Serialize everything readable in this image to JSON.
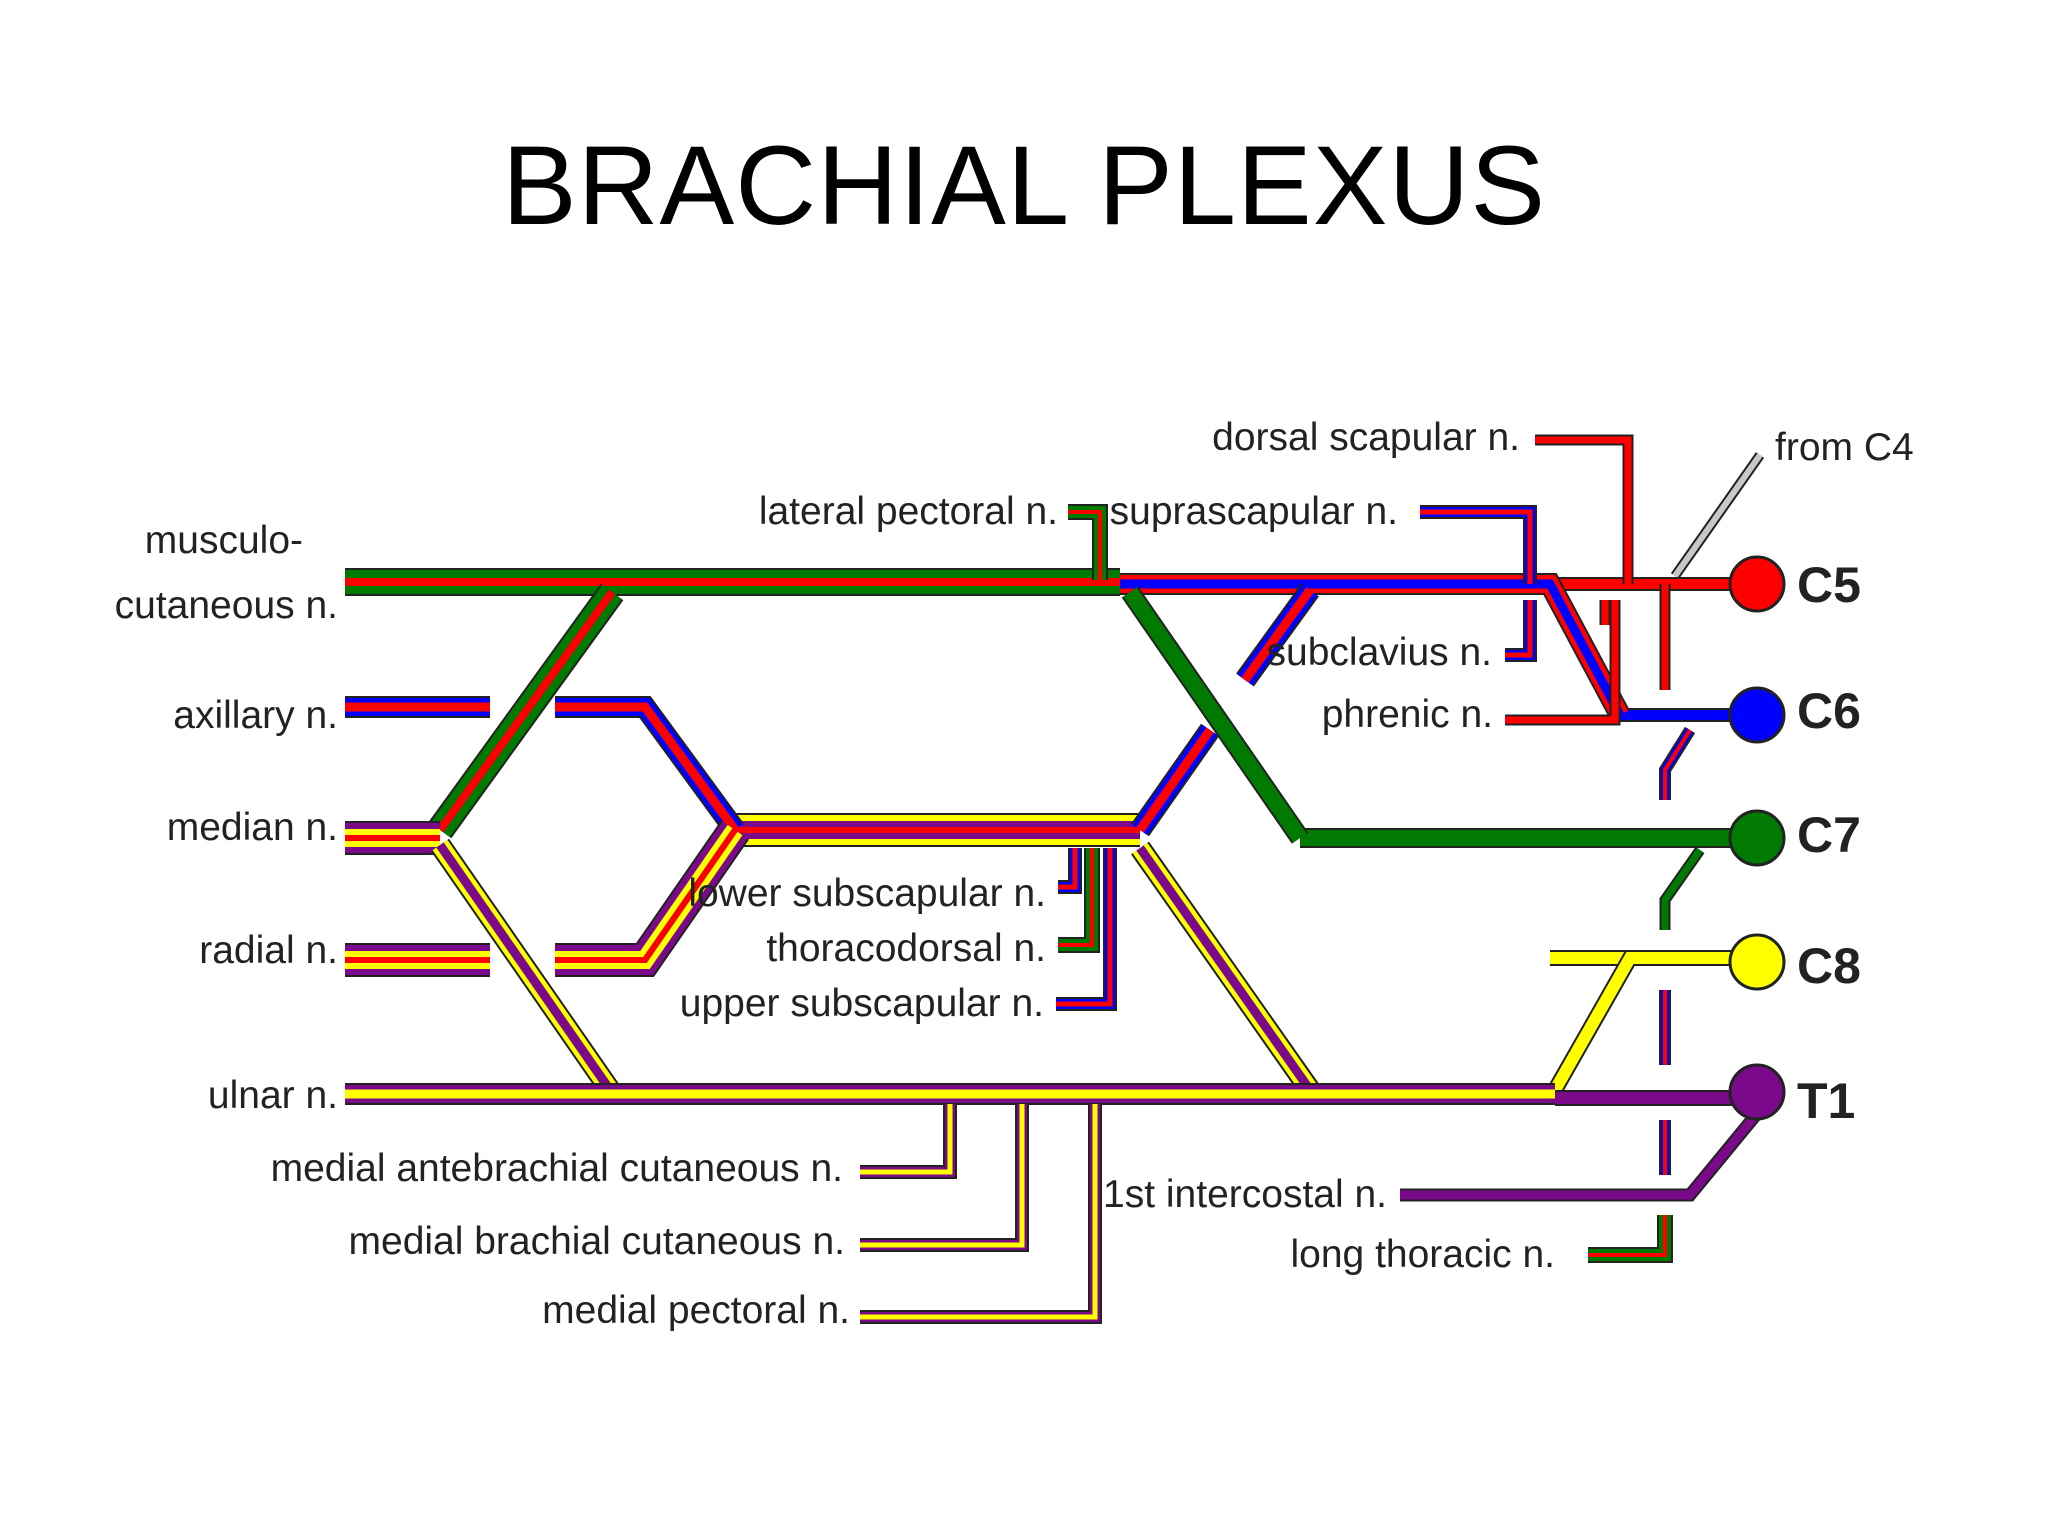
{
  "title": "BRACHIAL PLEXUS",
  "colors": {
    "C5": "#ff0000",
    "C6": "#0000ff",
    "C7": "#007a00",
    "C8": "#ffff00",
    "T1": "#7b0a8a",
    "C4": "#c8c8c8",
    "outline": "#222222"
  },
  "roots": [
    {
      "id": "C5",
      "label": "C5"
    },
    {
      "id": "C6",
      "label": "C6"
    },
    {
      "id": "C7",
      "label": "C7"
    },
    {
      "id": "C8",
      "label": "C8"
    },
    {
      "id": "T1",
      "label": "T1"
    }
  ],
  "terminal_nerves": {
    "musculocutaneous_line1": "musculo-",
    "musculocutaneous_line2": "cutaneous n.",
    "axillary": "axillary n.",
    "median": "median n.",
    "radial": "radial n.",
    "ulnar": "ulnar n."
  },
  "branch_nerves": {
    "dorsal_scapular": "dorsal scapular n.",
    "from_c4": "from C4",
    "lateral_pectoral": "lateral pectoral n.",
    "suprascapular": "suprascapular n.",
    "subclavius": "subclavius n.",
    "phrenic": "phrenic n.",
    "lower_subscapular": "lower subscapular n.",
    "thoracodorsal": "thoracodorsal n.",
    "upper_subscapular": "upper subscapular n.",
    "medial_antebrachial_cutaneous": "medial antebrachial cutaneous n.",
    "medial_brachial_cutaneous": "medial brachial cutaneous n.",
    "medial_pectoral": "medial pectoral n.",
    "first_intercostal": "1st intercostal n.",
    "long_thoracic": "long thoracic n."
  }
}
